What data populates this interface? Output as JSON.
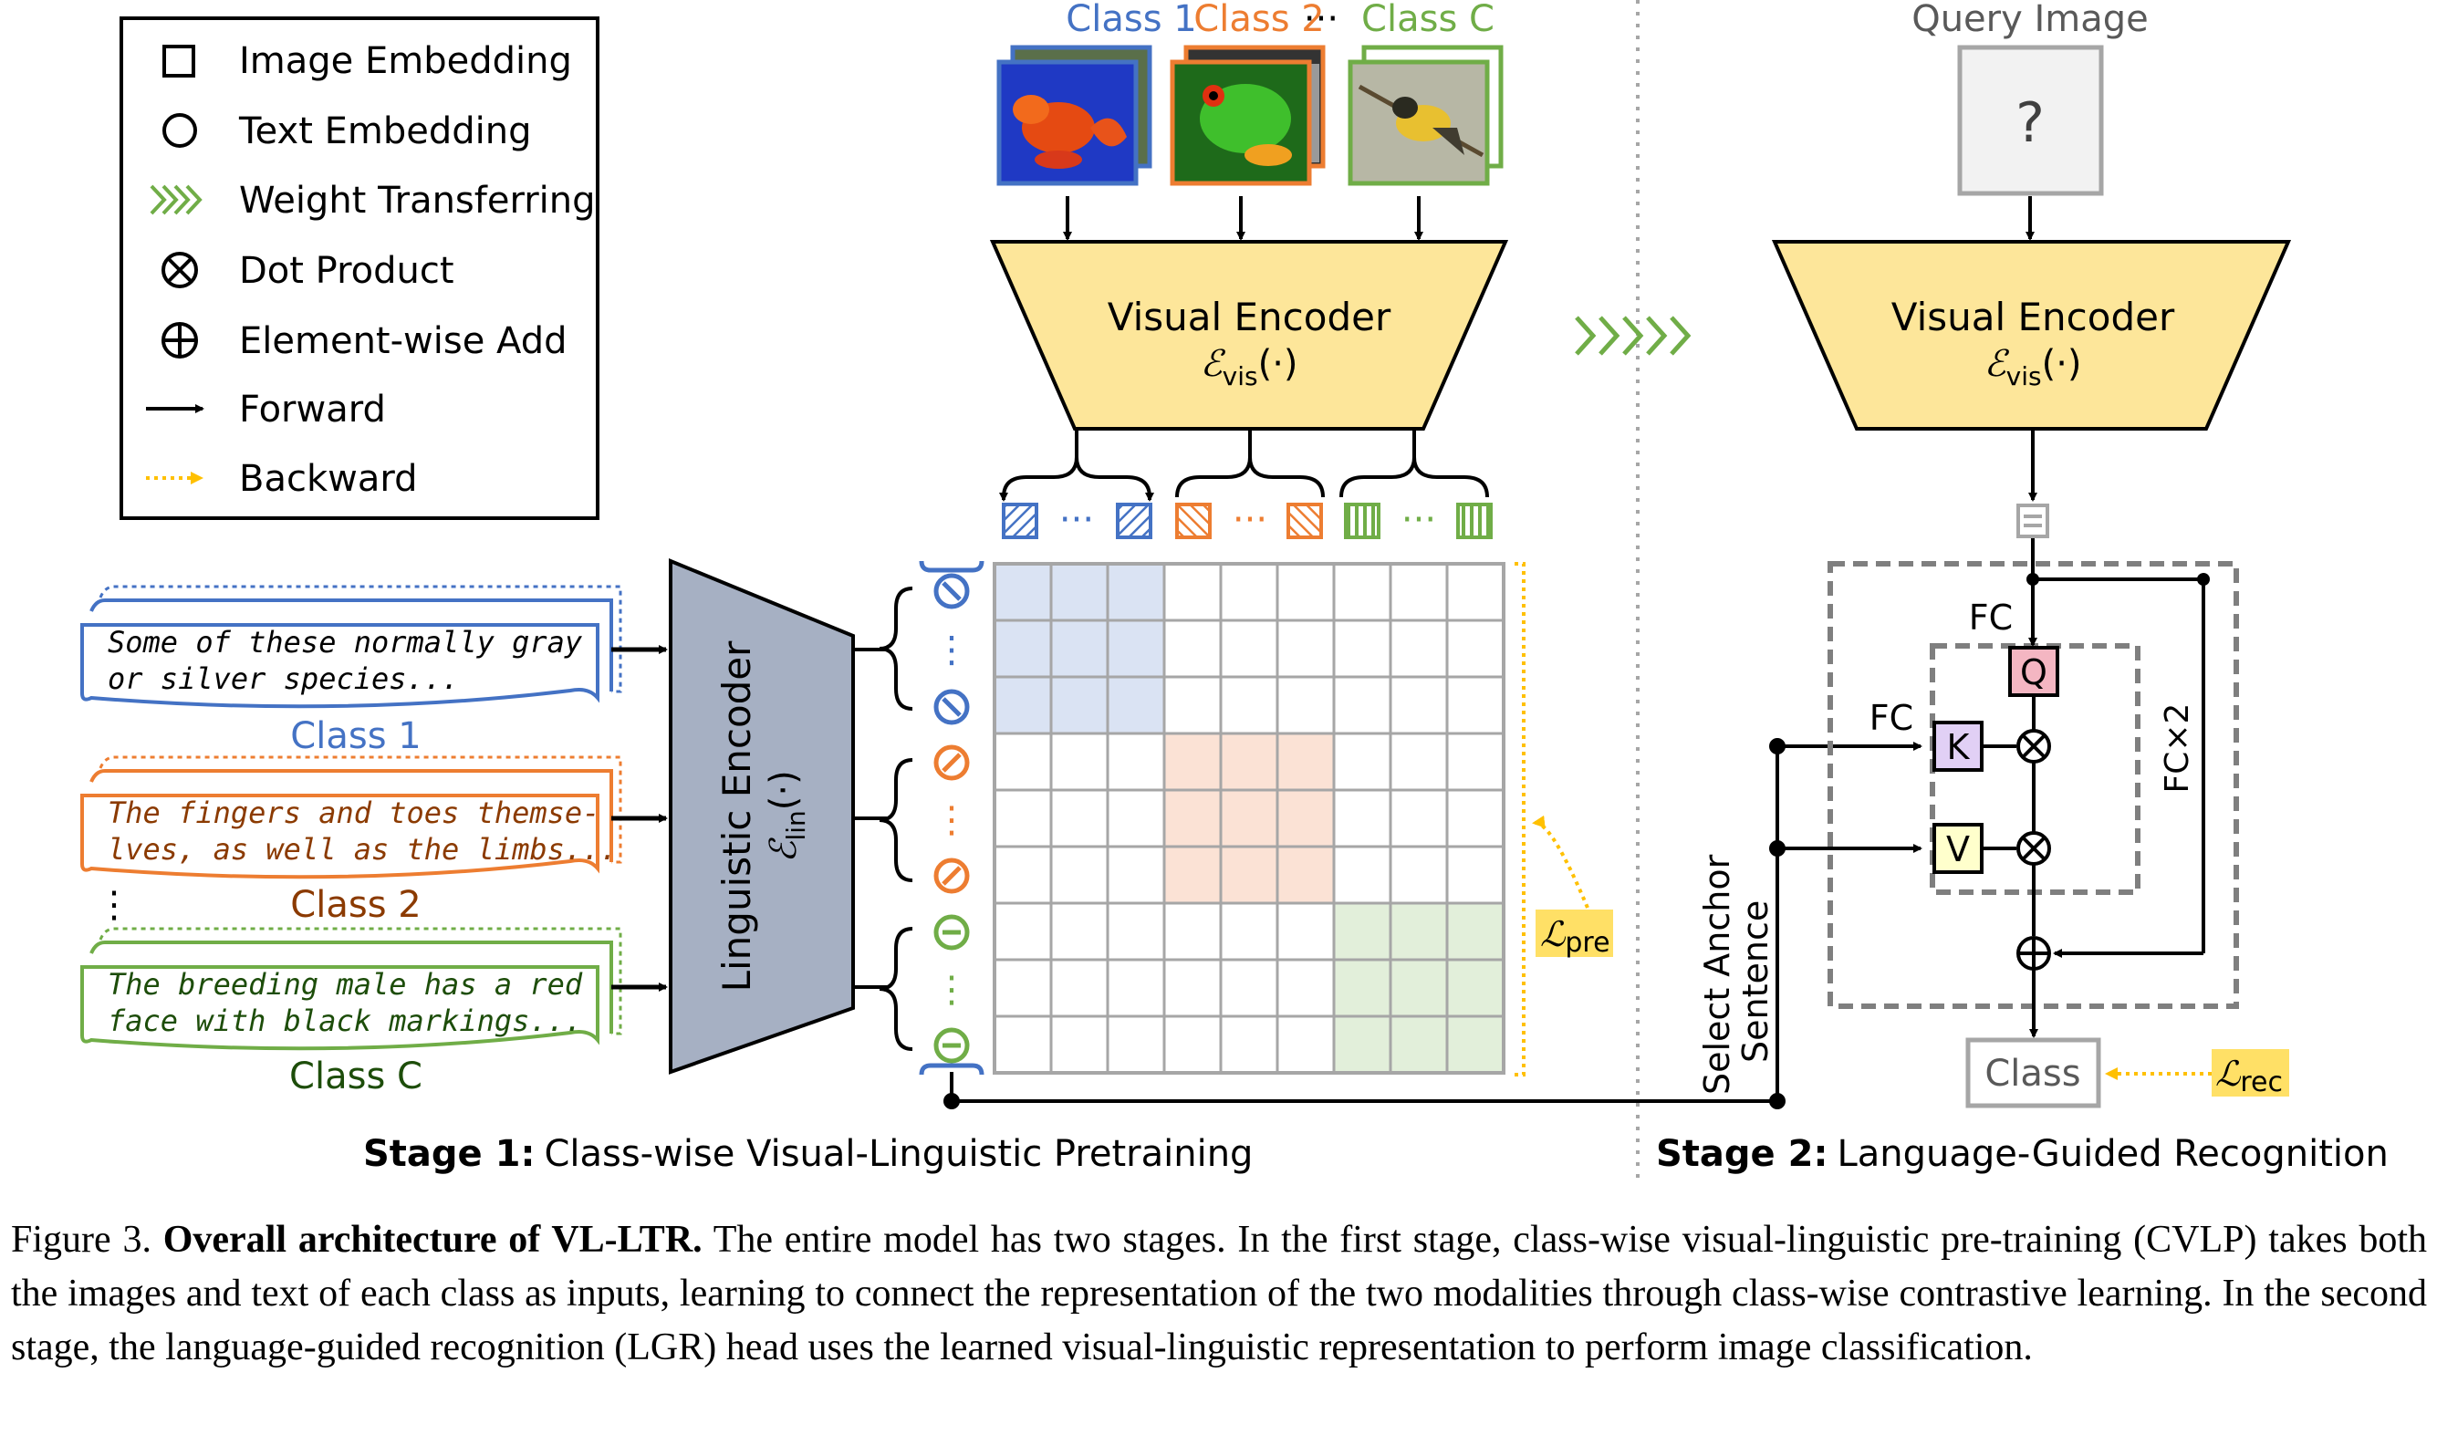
{
  "legend": {
    "image_embedding": "Image Embedding",
    "text_embedding": "Text Embedding",
    "weight_transferring": "Weight Transferring",
    "dot_product": "Dot Product",
    "elementwise_add": "Element-wise Add",
    "forward": "Forward",
    "backward": "Backward"
  },
  "stage1": {
    "title_bold": "Stage 1:",
    "title_rest": "Class-wise Visual-Linguistic Pretraining",
    "image_classes": [
      "Class 1",
      "Class 2",
      "Class C"
    ],
    "image_dots": "···",
    "visual_encoder_label": "Visual Encoder",
    "visual_encoder_symbol": "ℰ",
    "visual_encoder_sub": "vis",
    "visual_encoder_arg": "(·)",
    "linguistic_encoder_label": "Linguistic Encoder",
    "linguistic_encoder_symbol": "ℰ",
    "linguistic_encoder_sub": "lin",
    "linguistic_encoder_arg": "(·)",
    "texts": [
      {
        "line1": "Some of these normally gray",
        "line2": "or silver species...",
        "label": "Class 1"
      },
      {
        "line1": "The fingers and toes themse-",
        "line2": "lves, as well as the limbs...",
        "label": "Class 2"
      },
      {
        "line1": "The breeding male has a red",
        "line2": "face with black markings...",
        "label": "Class C"
      }
    ],
    "vertical_dots": "⋮",
    "loss_symbol": "ℒ",
    "loss_sub": "pre"
  },
  "stage2": {
    "title_bold": "Stage 2:",
    "title_rest": "Language-Guided Recognition",
    "query_label": "Query Image",
    "query_mark": "?",
    "visual_encoder_label": "Visual Encoder",
    "visual_encoder_symbol": "ℰ",
    "visual_encoder_sub": "vis",
    "visual_encoder_arg": "(·)",
    "fc_top": "FC",
    "fc_left": "FC",
    "fc_x2": "FC×2",
    "q": "Q",
    "k": "K",
    "v": "V",
    "select_anchor_line1": "Select Anchor",
    "select_anchor_line2": "Sentence",
    "class_box": "Class",
    "loss_symbol": "ℒ",
    "loss_sub": "rec"
  },
  "caption": {
    "prefix": "Figure 3.",
    "bold": "Overall architecture of VL-LTR.",
    "body": "The entire model has two stages. In the first stage, class-wise visual-linguistic pre-training (CVLP) takes both the images and text of each class as inputs, learning to connect the representation of the two modalities through class-wise contrastive learning. In the second stage, the language-guided recognition (LGR) head uses the learned visual-linguistic representation to perform image classification."
  },
  "colors": {
    "blue": "#4472c4",
    "orange": "#ed7d31",
    "green": "#70ad47",
    "encoder_fill": "#fde69a",
    "linguistic_fill": "#a6b0c3",
    "backward": "#ffc000",
    "loss_fill": "#ffe066",
    "blue_cell": "#dae3f3",
    "orange_cell": "#fbe2d5",
    "green_cell": "#e2efda",
    "q_fill": "#f4b6c2",
    "k_fill": "#e1d0f5",
    "v_fill": "#ffffcc"
  }
}
